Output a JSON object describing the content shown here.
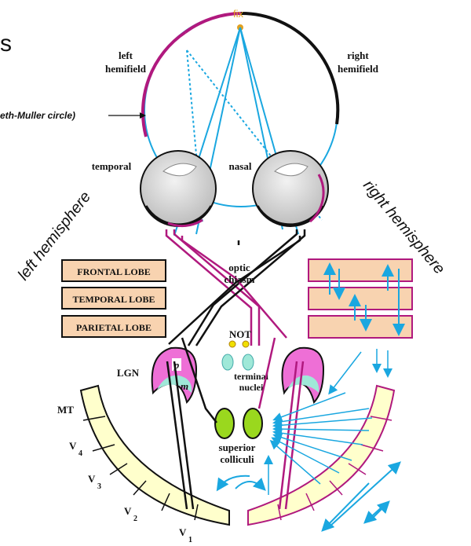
{
  "title_fragment": "s",
  "fixation": "fix",
  "left_hemifield": [
    "left",
    "hemifield"
  ],
  "right_hemifield": [
    "right",
    "hemifield"
  ],
  "circle_label": "eth-Muller circle)",
  "temporal": "temporal",
  "nasal": "nasal",
  "left_hemisphere": "left hemisphere",
  "right_hemisphere": "right hemisphere",
  "optic_chiasm": [
    "optic",
    "chiasm"
  ],
  "lobes": [
    "FRONTAL LOBE",
    "TEMPORAL LOBE",
    "PARIETAL LOBE"
  ],
  "not_label": "NOT",
  "terminal_nuclei": [
    "terminal",
    "nuclei"
  ],
  "lgn": "LGN",
  "lgn_p": "p",
  "lgn_m": "m",
  "superior_colliculi": [
    "superior",
    "colliculi"
  ],
  "mt": "MT",
  "v4": [
    "V",
    "4"
  ],
  "v3": [
    "V",
    "3"
  ],
  "v2": [
    "V",
    "2"
  ],
  "v1": [
    "V",
    "1"
  ],
  "colors": {
    "magenta": "#b0197e",
    "cyan": "#1aa7e0",
    "lgn_fill": "#ee6fd6",
    "lgn_core": "#9fe8d8",
    "green": "#9ad81e",
    "lobe_fill": "#f8d3b0",
    "cortex_fill": "#ffffcc",
    "fix_dot": "#e0a020"
  }
}
